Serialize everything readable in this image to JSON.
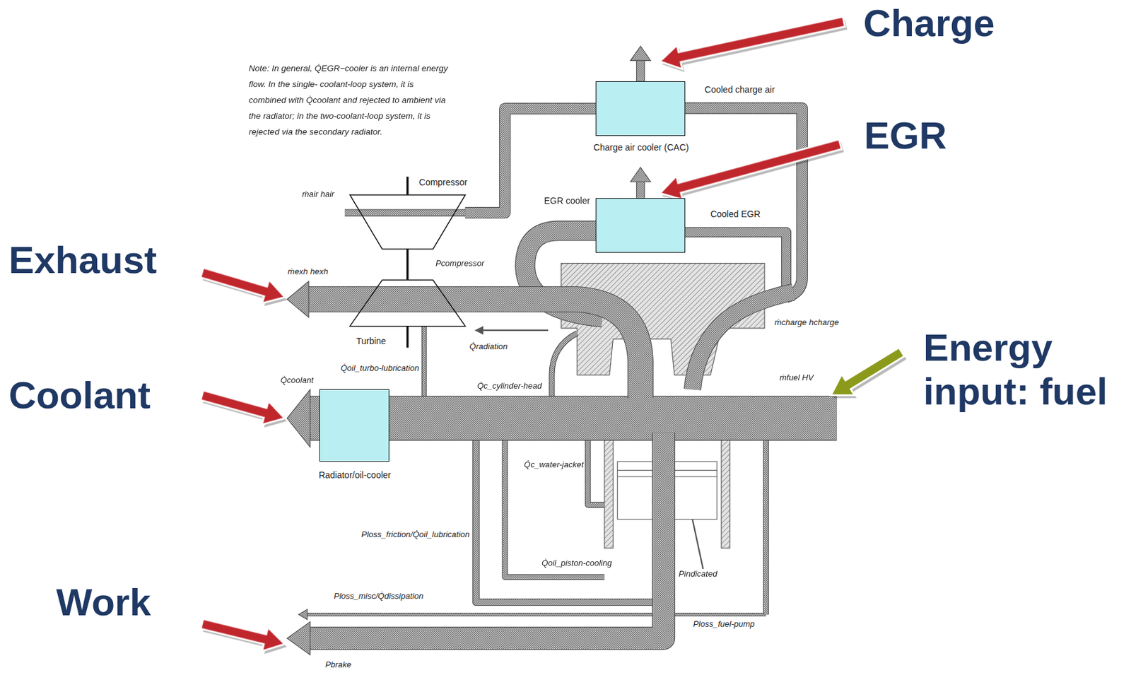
{
  "diagram": {
    "nodes": [
      {
        "text": [
          "Charge air cooler (CAC)"
        ]
      },
      {
        "text": [
          "EGR cooler"
        ]
      },
      {
        "text": [
          "Radiator/oil-cooler"
        ]
      },
      {
        "text": [
          "Compressor"
        ]
      },
      {
        "text": [
          "Turbine"
        ]
      }
    ],
    "edges": [
      {
        "from": 3,
        "to": 0,
        "arrow": "none"
      },
      {
        "from": 4,
        "to": 3,
        "arrow": "none"
      }
    ],
    "labels": [
      "Charge",
      "Note: In general, Q̇EGR−cooler is an internal energy flow. In the single- coolant-loop system, it is combined with Q̇coolant and rejected to ambient via the radiator; in the two-coolant-loop system, it is rejected via the secondary radiator.",
      "Cooled charge air",
      "EGR",
      "Cooled EGR",
      "ṁair hair",
      "Exhaust",
      "Pcompressor",
      "ṁexh hexh",
      "ṁcharge hcharge",
      "Q̇radiation",
      "Energy input: fuel",
      "Q̇oil_turbo-lubrication",
      "Q̇c_cylinder-head",
      "Q̇coolant",
      "ṁfuel HV",
      "Coolant",
      "Q̇c_water-jacket",
      "Ploss_friction/Q̇oil_lubrication",
      "Q̇oil_piston-cooling",
      "Pindicated",
      "Work",
      "Ploss_misc/Q̇dissipation",
      "Ploss_fuel-pump",
      "Pbrake"
    ]
  }
}
